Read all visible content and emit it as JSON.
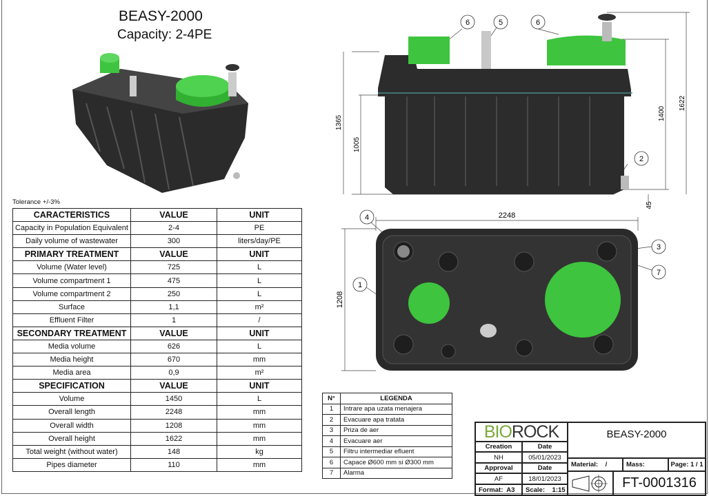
{
  "header": {
    "title": "BEASY-2000",
    "capacity": "Capacity: 2-4PE"
  },
  "tolerance": "Tolerance +/-3%",
  "spec_table": [
    {
      "h": true,
      "c": [
        "CARACTERISTICS",
        "VALUE",
        "UNIT"
      ]
    },
    {
      "c": [
        "Capacity in Population Equivalent",
        "2-4",
        "PE"
      ]
    },
    {
      "c": [
        "Daily volume of wastewater",
        "300",
        "liters/day/PE"
      ]
    },
    {
      "h": true,
      "c": [
        "PRIMARY TREATMENT",
        "VALUE",
        "UNIT"
      ]
    },
    {
      "c": [
        "Volume (Water level)",
        "725",
        "L"
      ]
    },
    {
      "c": [
        "Volume compartment 1",
        "475",
        "L"
      ]
    },
    {
      "c": [
        "Volume compartment 2",
        "250",
        "L"
      ]
    },
    {
      "c": [
        "Surface",
        "1,1",
        "m²"
      ]
    },
    {
      "c": [
        "Effluent Filter",
        "1",
        "/"
      ]
    },
    {
      "h": true,
      "c": [
        "SECONDARY TREATMENT",
        "VALUE",
        "UNIT"
      ]
    },
    {
      "c": [
        "Media volume",
        "626",
        "L"
      ]
    },
    {
      "c": [
        "Media height",
        "670",
        "mm"
      ]
    },
    {
      "c": [
        "Media area",
        "0,9",
        "m²"
      ]
    },
    {
      "h": true,
      "c": [
        "SPECIFICATION",
        "VALUE",
        "UNIT"
      ]
    },
    {
      "c": [
        "Volume",
        "1450",
        "L"
      ]
    },
    {
      "c": [
        "Overall length",
        "2248",
        "mm"
      ]
    },
    {
      "c": [
        "Overall width",
        "1208",
        "mm"
      ]
    },
    {
      "c": [
        "Overall height",
        "1622",
        "mm"
      ]
    },
    {
      "c": [
        "Total weight (without water)",
        "148",
        "kg"
      ]
    },
    {
      "c": [
        "Pipes diameter",
        "110",
        "mm"
      ]
    }
  ],
  "legend": {
    "header": [
      "N°",
      "LEGENDA"
    ],
    "rows": [
      [
        "1",
        "Intrare apa uzata menajera"
      ],
      [
        "2",
        "Evacuare apa tratata"
      ],
      [
        "3",
        "Priza de aer"
      ],
      [
        "4",
        "Evacuare aer"
      ],
      [
        "5",
        "Filtru intermediar efluent"
      ],
      [
        "6",
        "Capace Ø600 mm si Ø300 mm"
      ],
      [
        "7",
        "Alarma"
      ]
    ]
  },
  "dimensions": {
    "h1365": "1365",
    "h1005": "1005",
    "h1400": "1400",
    "h1622": "1622",
    "h45": "45",
    "l2248": "2248",
    "w1208": "1208"
  },
  "balloons": {
    "b1": "1",
    "b2": "2",
    "b3": "3",
    "b4": "4",
    "b5": "5",
    "b6": "6",
    "b7": "7"
  },
  "title_block": {
    "logo": "BIOROCK",
    "creation_label": "Creation",
    "date_label": "Date",
    "creation": "NH",
    "creation_date": "05/01/2023",
    "approval_label": "Approval",
    "approval": "AF",
    "approval_date": "18/01/2023",
    "format": "Format:  A3",
    "scale": "Scale:    1:15",
    "product": "BEASY-2000",
    "material": "Material:    /",
    "mass": "Mass:",
    "page": "Page: 1 / 1",
    "doc_no": "FT-0001316"
  },
  "colors": {
    "lid": "#3ec43e",
    "tank": "#2a2a2a",
    "logo_green": "#7aa83a"
  }
}
